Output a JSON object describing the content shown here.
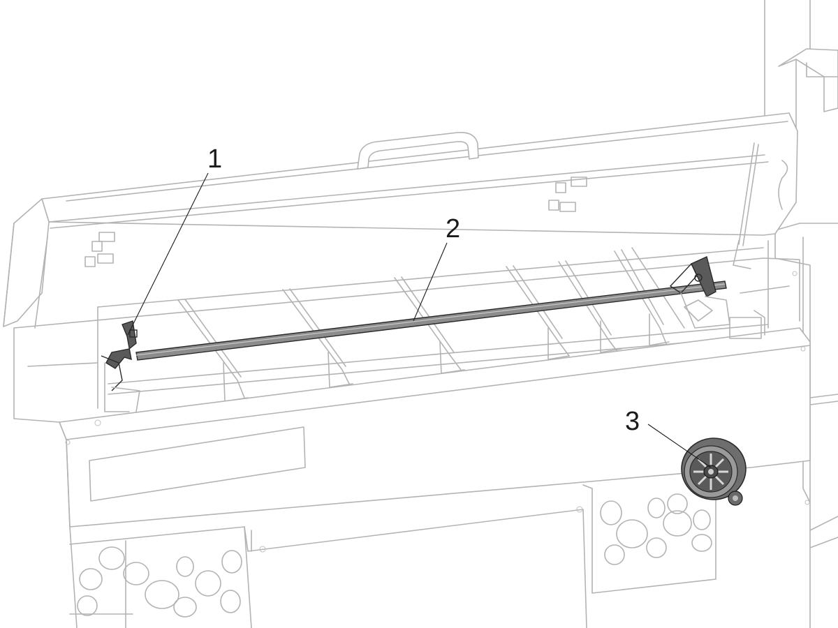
{
  "callouts": [
    {
      "id": "callout-1",
      "label": "1"
    },
    {
      "id": "callout-2",
      "label": "2"
    },
    {
      "id": "callout-3",
      "label": "3"
    }
  ],
  "colors": {
    "line": "#b3b3b3",
    "part_dark": "#5a5a5a",
    "rod": "#808080",
    "text": "#1a1a1a"
  }
}
